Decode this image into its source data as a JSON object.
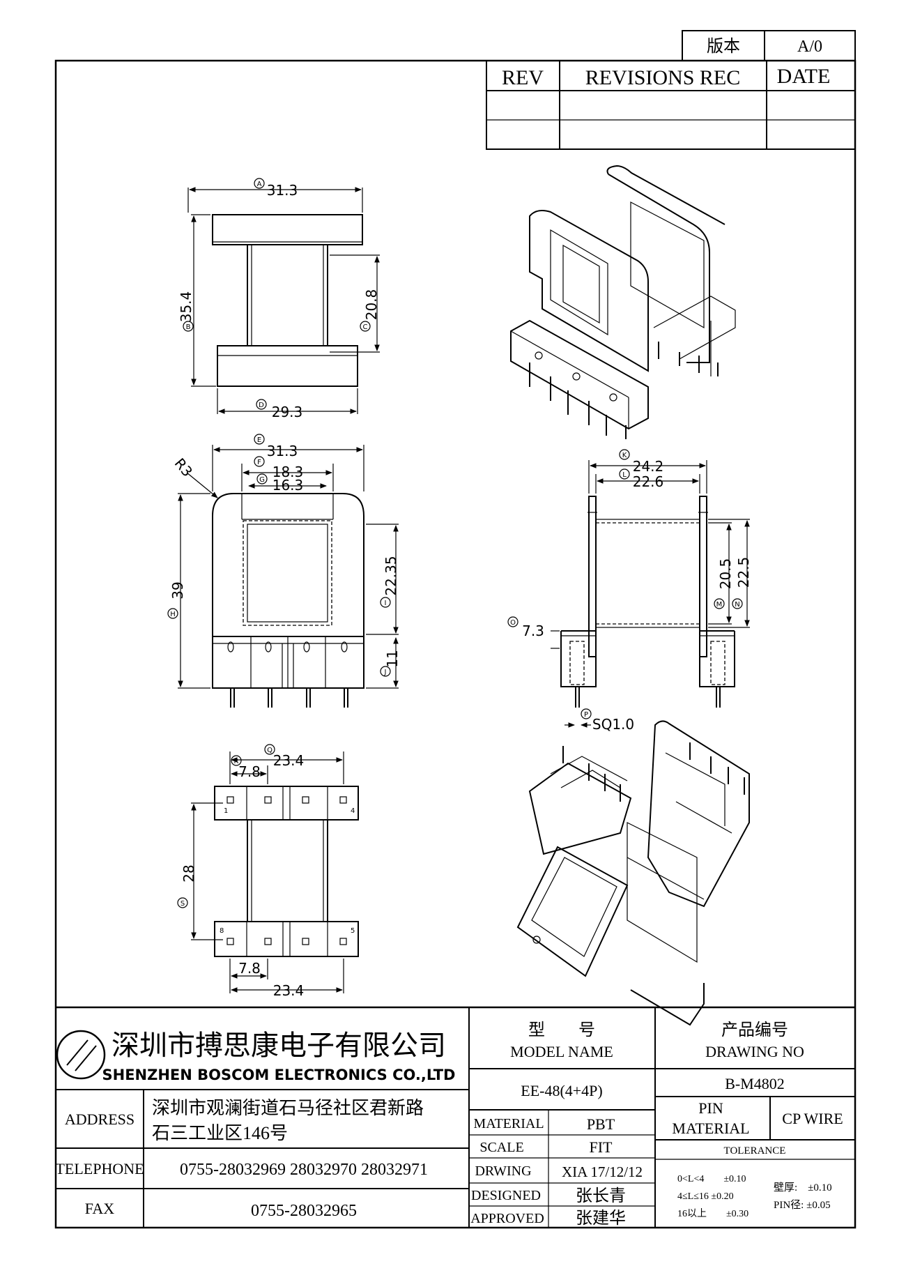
{
  "revision_table": {
    "version_label": "版本",
    "version_value": "A/0",
    "headers": [
      "REV",
      "REVISIONS REC",
      "DATE"
    ]
  },
  "views": {
    "top": {
      "dims": [
        {
          "marker": "A",
          "value": "31.3"
        },
        {
          "marker": "B",
          "value": "35.4"
        },
        {
          "marker": "C",
          "value": "20.8"
        },
        {
          "marker": "D",
          "value": "29.3"
        }
      ]
    },
    "front": {
      "radius_label": "R3",
      "dims": [
        {
          "marker": "E",
          "value": "31.3"
        },
        {
          "marker": "F",
          "value": "18.3"
        },
        {
          "marker": "G",
          "value": "16.3"
        },
        {
          "marker": "H",
          "value": "39"
        },
        {
          "marker": "I",
          "value": "22.35"
        },
        {
          "marker": "J",
          "value": "11"
        }
      ]
    },
    "side": {
      "dims": [
        {
          "marker": "K",
          "value": "24.2"
        },
        {
          "marker": "L",
          "value": "22.6"
        },
        {
          "marker": "M",
          "value": "20.5"
        },
        {
          "marker": "N",
          "value": "22.5"
        },
        {
          "marker": "O",
          "value": "7.3"
        },
        {
          "marker": "P",
          "value": "SQ1.0"
        }
      ]
    },
    "bottom": {
      "dims": [
        {
          "marker": "Q",
          "value": "23.4"
        },
        {
          "marker": "R",
          "value": "7.8"
        },
        {
          "marker": "S",
          "value": "28"
        },
        {
          "marker": "",
          "value": "7.8"
        },
        {
          "marker": "",
          "value": "23.4"
        }
      ],
      "pin_numbers": [
        "1",
        "4",
        "5",
        "8"
      ]
    }
  },
  "title_block": {
    "company_cn": "深圳市搏思康电子有限公司",
    "company_en": "SHENZHEN BOSCOM ELECTRONICS CO.,LTD",
    "model_label_cn": "型　　号",
    "model_label_en": "MODEL NAME",
    "model_value": "EE-48(4+4P)",
    "drawing_label_cn": "产品编号",
    "drawing_label_en": "DRAWING NO",
    "drawing_value": "B-M4802",
    "address_label": "ADDRESS",
    "address_line1": "深圳市观澜街道石马径社区君新路",
    "address_line2": "石三工业区146号",
    "telephone_label": "TELEPHONE",
    "telephone_value": "0755-28032969 28032970 28032971",
    "fax_label": "FAX",
    "fax_value": "0755-28032965",
    "material_label": "MATERIAL",
    "material_value": "PBT",
    "scale_label": "SCALE",
    "scale_value": "FIT",
    "drawing_by_label": "DRWING",
    "drawing_by_value": "XIA 17/12/12",
    "designed_label": "DESIGNED",
    "designed_value": "张长青",
    "approved_label": "APPROVED",
    "approved_value": "张建华",
    "pin_material_label1": "PIN",
    "pin_material_label2": "MATERIAL",
    "pin_material_value": "CP WIRE",
    "tolerance_label": "TOLERANCE",
    "tolerance_rows": [
      "0<L<4　　±0.10",
      "4≤L≤16 ±0.20",
      "16以上　　±0.30"
    ],
    "wall_tolerance": "壁厚:　±0.10",
    "pin_tolerance": "PIN径: ±0.05"
  }
}
